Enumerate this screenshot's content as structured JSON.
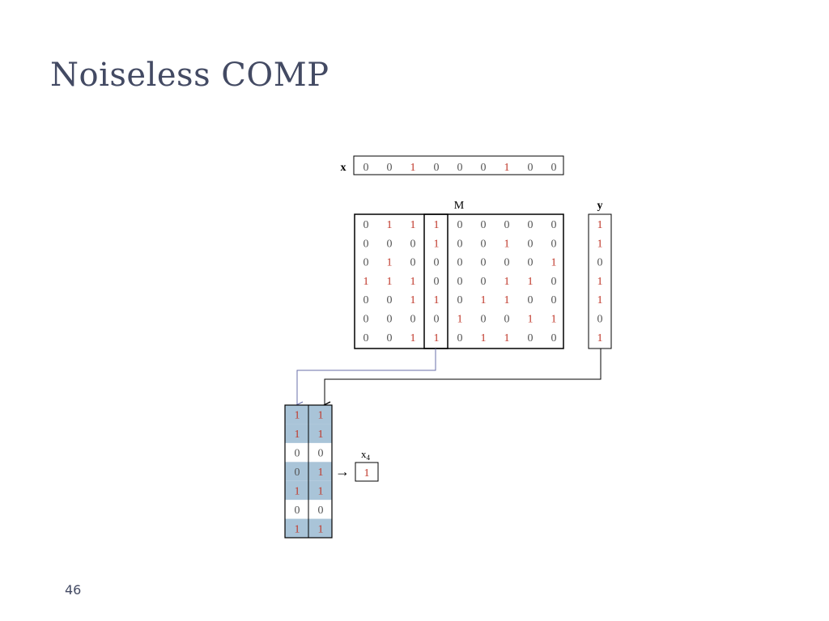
{
  "slide": {
    "title": "Noiseless COMP",
    "page_number": "46"
  },
  "diagram": {
    "x_label": "x",
    "x": [
      0,
      0,
      1,
      0,
      0,
      0,
      1,
      0,
      0
    ],
    "M_label": "M",
    "M": [
      [
        0,
        1,
        1,
        1,
        0,
        0,
        0,
        0,
        0
      ],
      [
        0,
        0,
        0,
        1,
        0,
        0,
        1,
        0,
        0
      ],
      [
        0,
        1,
        0,
        0,
        0,
        0,
        0,
        0,
        1
      ],
      [
        1,
        1,
        1,
        0,
        0,
        0,
        1,
        1,
        0
      ],
      [
        0,
        0,
        1,
        1,
        0,
        1,
        1,
        0,
        0
      ],
      [
        0,
        0,
        0,
        0,
        1,
        0,
        0,
        1,
        1
      ],
      [
        0,
        0,
        1,
        1,
        0,
        1,
        1,
        0,
        0
      ]
    ],
    "highlighted_column": 4,
    "y_label": "y",
    "y": [
      1,
      1,
      0,
      1,
      1,
      0,
      1
    ],
    "result_label": "x",
    "result_subscript": "4",
    "result_value": "1",
    "arrow_glyph": "→",
    "colors": {
      "one": "#c0392b",
      "zero": "#555555",
      "highlight_fill": "#a9c4d8",
      "column_arrow": "#6a6fa8",
      "y_arrow": "#000000",
      "border": "#000000",
      "title": "#434a63"
    }
  }
}
